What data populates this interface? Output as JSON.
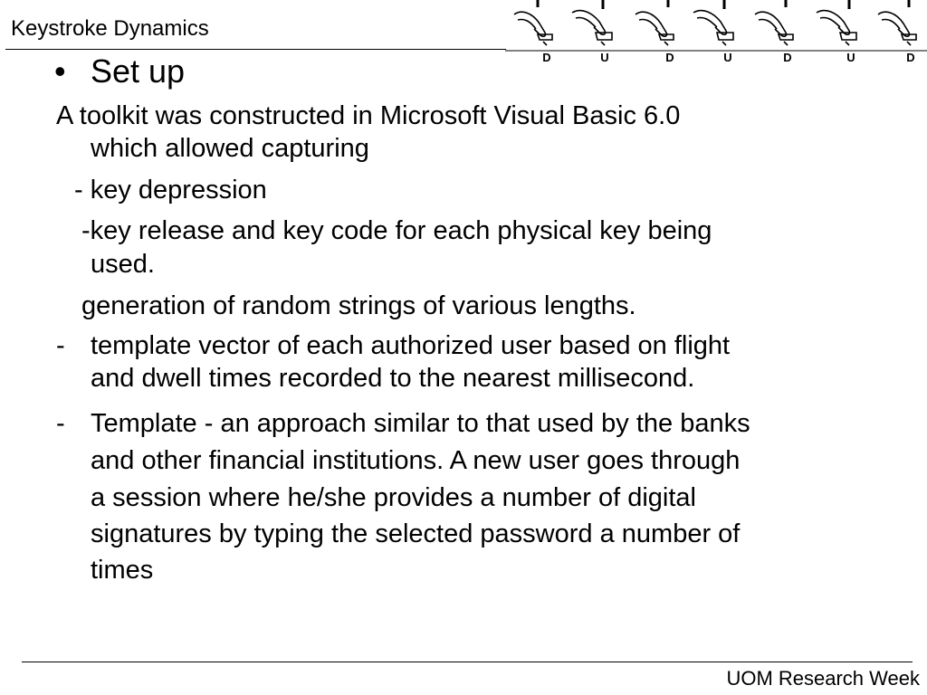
{
  "header": {
    "title": "Keystroke Dynamics"
  },
  "decoration": {
    "strip_icon": "typing-hand-icons",
    "key_labels": [
      "D",
      "U",
      "D",
      "U",
      "D",
      "U",
      "D"
    ]
  },
  "body": {
    "bullet_marker": "•",
    "heading": "Set up",
    "intro_line1": "A toolkit was constructed in Microsoft Visual Basic 6.0",
    "intro_line2": "which allowed capturing",
    "item_key_depression": "- key depression",
    "item_key_release_line1": "-key release and key code for each physical key being",
    "item_key_release_line2": "used.",
    "item_random_strings": "generation of random strings of various lengths.",
    "dash_marker": "-",
    "template_vector_line1": "template vector of each authorized user based on flight",
    "template_vector_line2": "and dwell times recorded to the nearest millisecond.",
    "template_approach_lines": [
      "Template - an approach similar to that used by the banks",
      "and other financial institutions. A new user goes through",
      "a session where he/she provides a number of digital",
      "signatures by typing the selected password a number of",
      "times"
    ]
  },
  "footer": {
    "text": "UOM Research Week"
  }
}
